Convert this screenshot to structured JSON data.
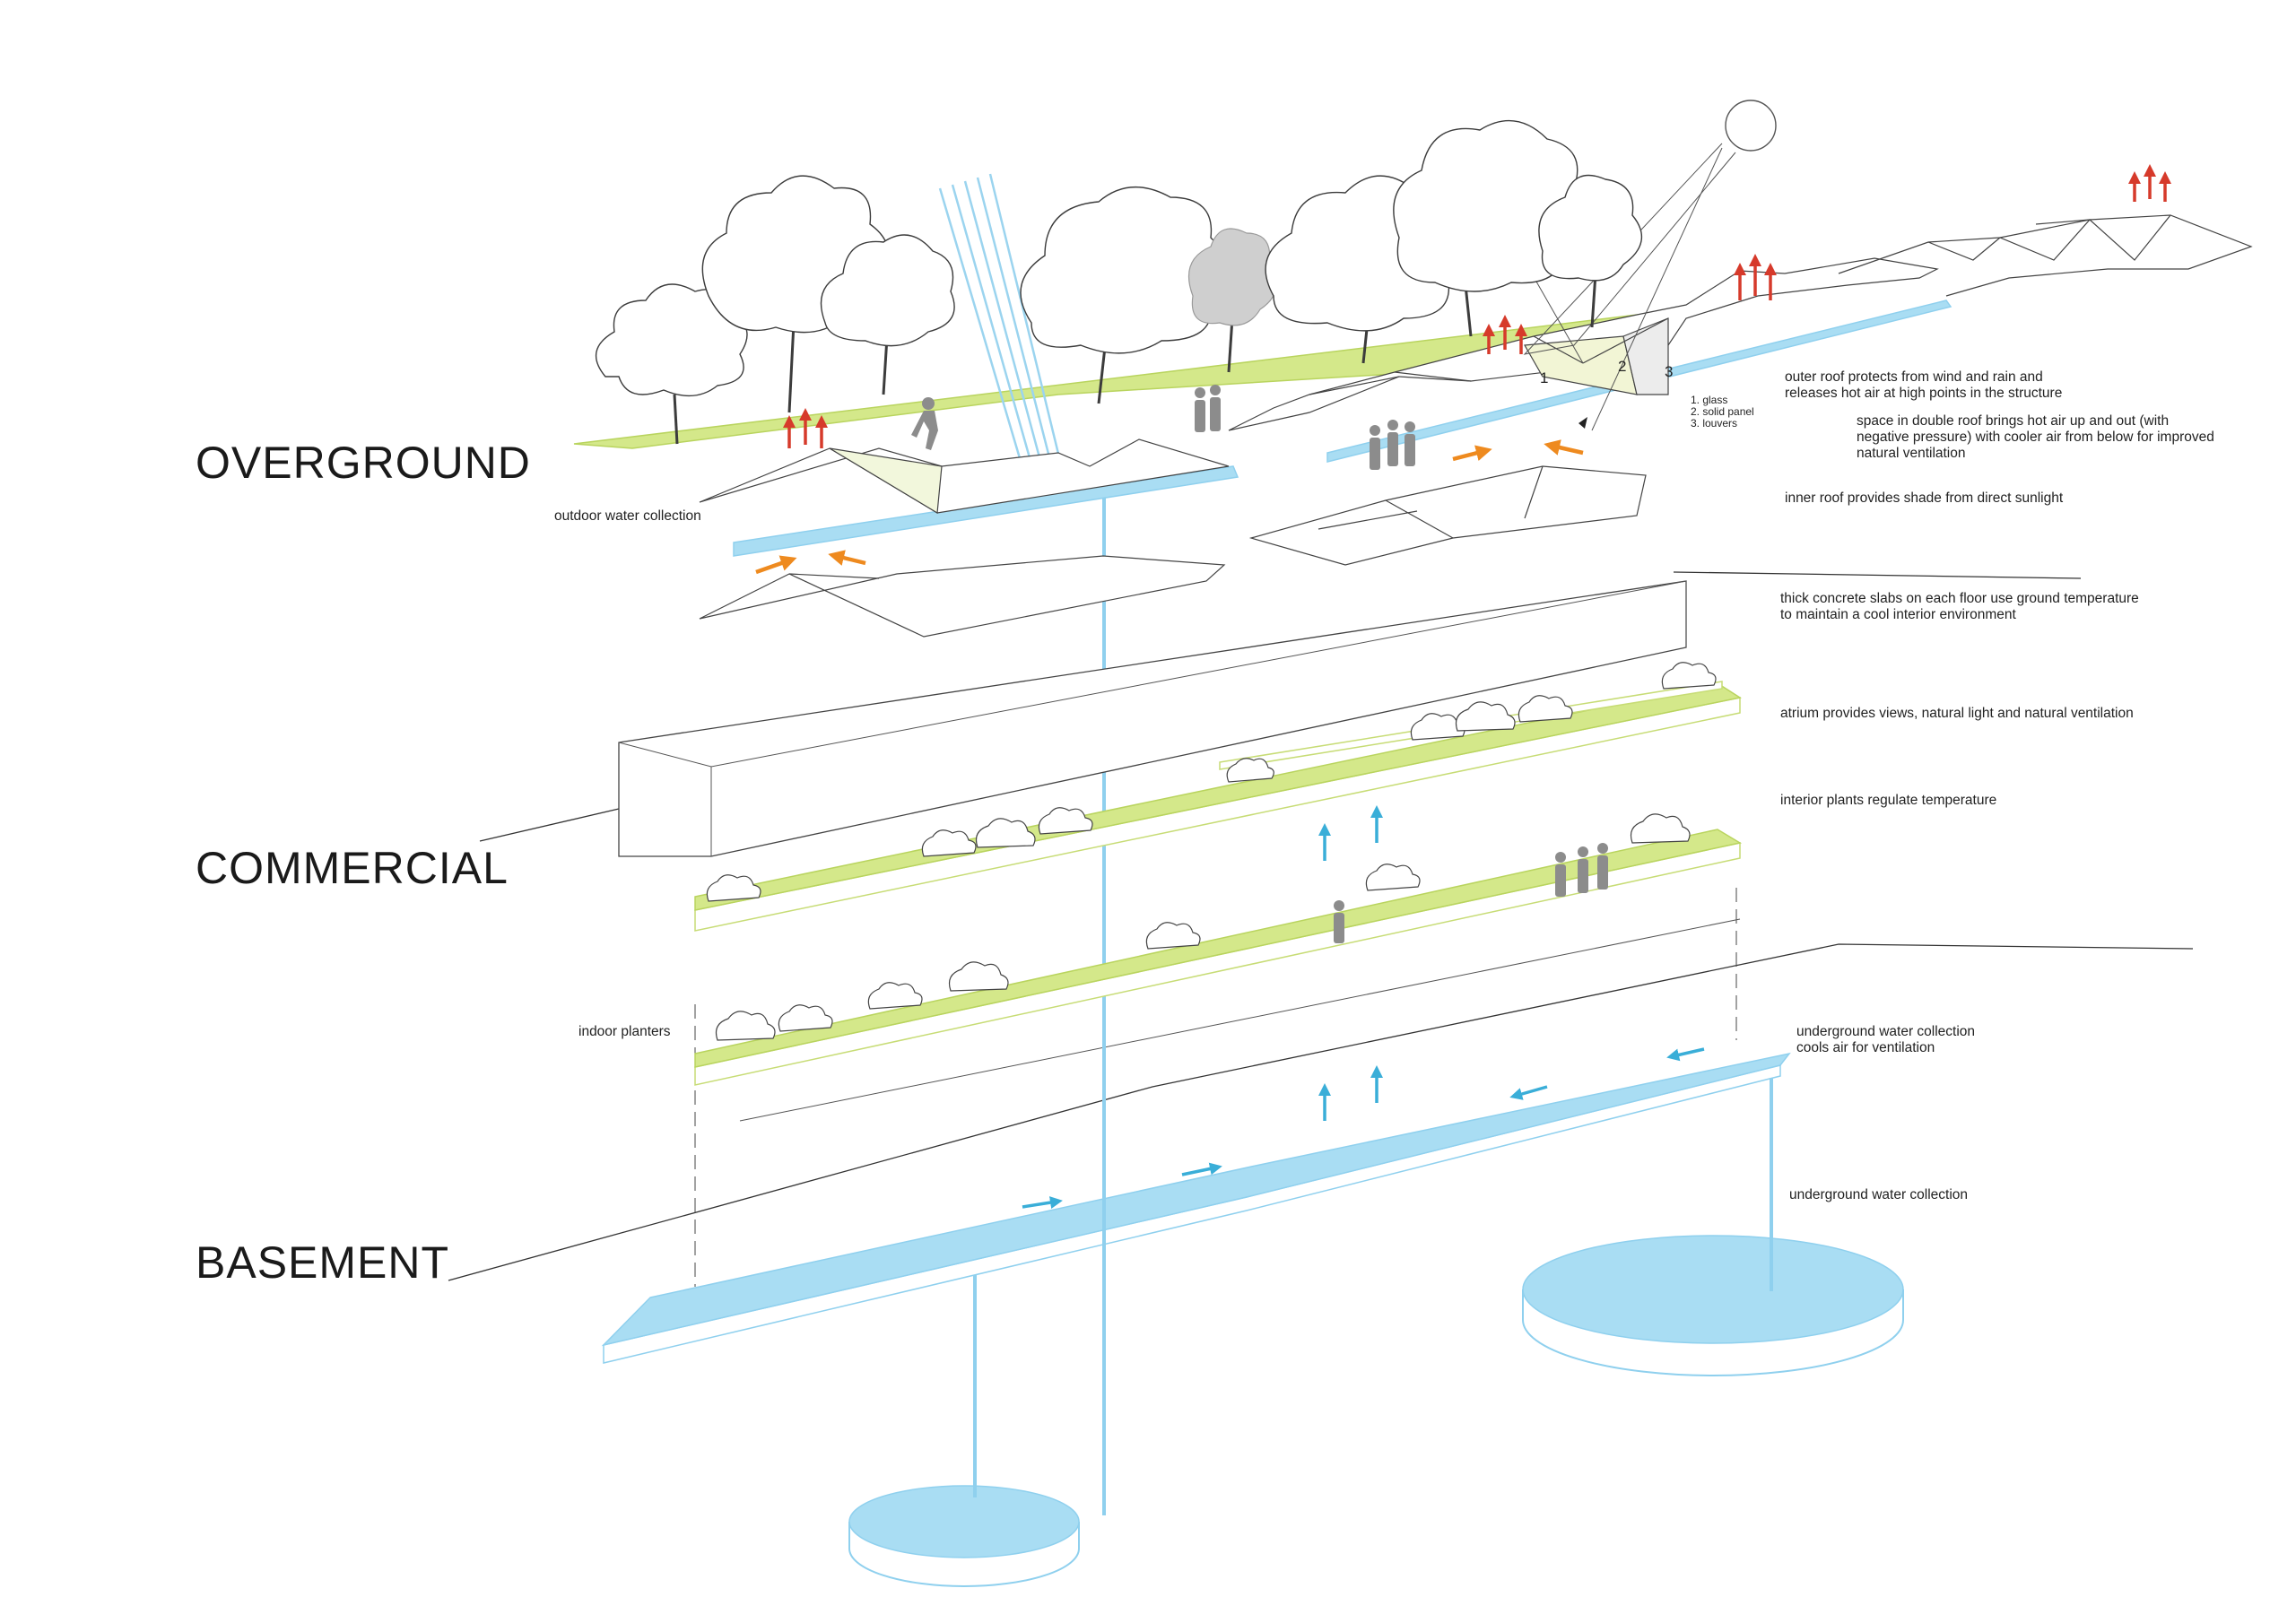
{
  "zones": {
    "overground": "OVERGROUND",
    "commercial": "COMMERCIAL",
    "basement": "BASEMENT"
  },
  "annotations": {
    "outdoor_water": "outdoor water collection",
    "outer_roof_1": "outer roof protects from wind and rain and",
    "outer_roof_2": "releases hot air at high points in the structure",
    "double_roof_1": "space in double roof  brings hot air up and out (with",
    "double_roof_2": "negative pressure) with cooler air from below for improved",
    "double_roof_3": "natural ventilation",
    "inner_roof": "inner roof provides shade from direct sunlight",
    "slabs_1": "thick concrete slabs on each floor use ground temperature",
    "slabs_2": "to maintain a cool interior environment",
    "atrium": "atrium provides views, natural light and natural ventilation",
    "plants": "interior plants regulate temperature",
    "planters": "indoor planters",
    "ug_cool_1": "underground water collection",
    "ug_cool_2": "cools air for ventilation",
    "ug_water": "underground water collection"
  },
  "roof_numbers": {
    "n1": "1",
    "n2": "2",
    "n3": "3"
  },
  "roof_legend": {
    "l1": "1. glass",
    "l2": "2. solid panel",
    "l3": "3. louvers"
  },
  "colors": {
    "green_roof": "#d4e88a",
    "water": "#a9ddf3",
    "hot_air_arrow": "#d63a2b",
    "warm_flow_arrow": "#ee8a1f",
    "cool_air_arrow": "#3aaed8"
  }
}
